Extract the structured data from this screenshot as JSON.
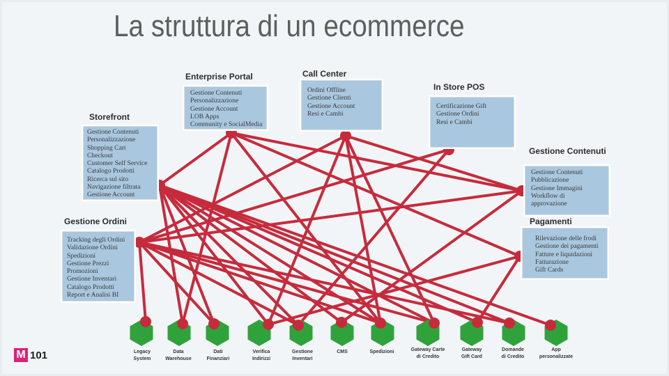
{
  "title": "La struttura di un ecommerce",
  "colors": {
    "link": "#c62b3c",
    "node": "#c62b3c",
    "hexagon": "#30a23c",
    "box": "#a9c7df",
    "title": "#5b5f5c"
  },
  "groups": {
    "enterprise_portal": {
      "title": "Enterprise Portal",
      "items": [
        "Gestione Contenuti",
        "Personalizzazione",
        "Gestione Account",
        "LOB Apps",
        "Community e SocialMedia"
      ]
    },
    "call_center": {
      "title": "Call Center",
      "items": [
        "Ordini Offline",
        "Gestione Clienti",
        "Gestione Account",
        "Resi e Cambi"
      ]
    },
    "in_store_pos": {
      "title": "In Store POS",
      "items": [
        "Certificazione Gift",
        "Gestione Ordini",
        "Resi e Cambi"
      ]
    },
    "storefront": {
      "title": "Storefront",
      "items": [
        "Gestione Contenuti",
        "Personalizzazione",
        "Shopping Cart",
        "Checkout",
        "Customer Self Service",
        "Catalogo Prodotti",
        "Ricerca sul sito",
        "Navigazione filtrata",
        "Gestione Account"
      ]
    },
    "gestione_contenuti": {
      "title": "Gestione Contenuti",
      "items": [
        "Gestione Contenuti",
        "Pubblicazione",
        "Gestione Immagini",
        "Workflow di",
        "approvazione"
      ]
    },
    "gestione_ordini": {
      "title": "Gestione Ordini",
      "items": [
        "Tracking degli Ordini",
        "Validazione Ordini",
        "Spedizioni",
        "Gestione Prezzi",
        "Promozioni",
        "Gestione Inventari",
        "Catalogo Prodotti",
        "Report e Analisi BI"
      ]
    },
    "pagamenti": {
      "title": "Pagamenti",
      "items": [
        "Rilevazione delle frodi",
        "Gestione dei pagamenti",
        "Fatture e liquidazioni",
        "Fatturazione",
        "Gift Cards"
      ]
    }
  },
  "systems": [
    {
      "id": "legacy",
      "label": "Legacy\nSystem"
    },
    {
      "id": "dwh",
      "label": "Data\nWarehouse"
    },
    {
      "id": "fin",
      "label": "Dati\nFinanziari"
    },
    {
      "id": "addr",
      "label": "Verifica\nIndirizzi"
    },
    {
      "id": "inv",
      "label": "Gestione\nInventari"
    },
    {
      "id": "cms",
      "label": "CMS"
    },
    {
      "id": "ship",
      "label": "Spedizioni"
    },
    {
      "id": "gcc",
      "label": "Gateway Carte\ndi Credito"
    },
    {
      "id": "ggc",
      "label": "Gateway\nGift Card"
    },
    {
      "id": "dom",
      "label": "Domande\ndi Credito"
    },
    {
      "id": "app",
      "label": "App\npersonalizzate"
    }
  ],
  "links": [
    [
      "storefront",
      "fin"
    ],
    [
      "storefront",
      "addr"
    ],
    [
      "storefront",
      "inv"
    ],
    [
      "storefront",
      "cms"
    ],
    [
      "storefront",
      "ship"
    ],
    [
      "storefront",
      "gcc"
    ],
    [
      "storefront",
      "ggc"
    ],
    [
      "storefront",
      "dom"
    ],
    [
      "storefront",
      "app"
    ],
    [
      "storefront",
      "dwh"
    ],
    [
      "enterprise_portal",
      "storefront"
    ],
    [
      "enterprise_portal",
      "ship"
    ],
    [
      "enterprise_portal",
      "pagamenti"
    ],
    [
      "enterprise_portal",
      "gestione_contenuti"
    ],
    [
      "enterprise_portal",
      "dwh"
    ],
    [
      "call_center",
      "gestione_ordini"
    ],
    [
      "call_center",
      "addr"
    ],
    [
      "call_center",
      "ship"
    ],
    [
      "call_center",
      "gcc"
    ],
    [
      "call_center",
      "gestione_contenuti"
    ],
    [
      "in_store_pos",
      "gestione_ordini"
    ],
    [
      "in_store_pos",
      "inv"
    ],
    [
      "gestione_contenuti",
      "gestione_ordini"
    ],
    [
      "gestione_contenuti",
      "cms"
    ],
    [
      "gestione_ordini",
      "legacy"
    ],
    [
      "gestione_ordini",
      "fin"
    ],
    [
      "gestione_ordini",
      "inv"
    ],
    [
      "gestione_ordini",
      "ship"
    ],
    [
      "gestione_ordini",
      "gcc"
    ],
    [
      "gestione_ordini",
      "dom"
    ],
    [
      "pagamenti",
      "ggc"
    ],
    [
      "pagamenti",
      "addr"
    ]
  ],
  "logo": {
    "mark": "M",
    "number": "101"
  }
}
